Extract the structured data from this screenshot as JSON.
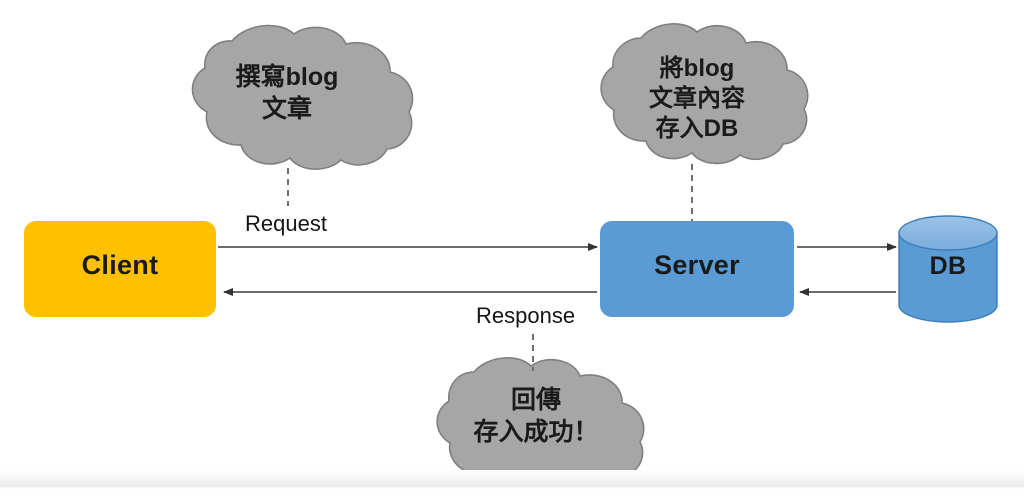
{
  "diagram": {
    "title": "Client Server DB request response flow",
    "colors": {
      "client_fill": "#FFC000",
      "server_fill": "#5B9BD5",
      "db_fill": "#5B9BD5",
      "db_top_fill": "#84B4E0",
      "cloud_fill": "#A6A6A6",
      "cloud_stroke": "#7F7F7F",
      "arrow": "#595959",
      "text": "#1A1A1A"
    },
    "nodes": [
      {
        "id": "client",
        "label": "Client",
        "shape": "rounded-rect"
      },
      {
        "id": "server",
        "label": "Server",
        "shape": "rounded-rect"
      },
      {
        "id": "db",
        "label": "DB",
        "shape": "cylinder"
      }
    ],
    "edges": [
      {
        "id": "request",
        "label": "Request",
        "from": "client",
        "to": "server",
        "direction": "right"
      },
      {
        "id": "response",
        "label": "Response",
        "from": "server",
        "to": "client",
        "direction": "left"
      },
      {
        "id": "server-to-db",
        "label": "",
        "from": "server",
        "to": "db",
        "direction": "right"
      },
      {
        "id": "db-to-server",
        "label": "",
        "from": "db",
        "to": "server",
        "direction": "left"
      }
    ],
    "clouds": [
      {
        "id": "cloud-write-blog",
        "text": "撰寫blog\n文章",
        "attached_to": "request"
      },
      {
        "id": "cloud-store-db",
        "text": "將blog\n文章內容\n存入DB",
        "attached_to": "server"
      },
      {
        "id": "cloud-return-success",
        "text": "回傳\n存入成功！",
        "attached_to": "response"
      }
    ]
  }
}
